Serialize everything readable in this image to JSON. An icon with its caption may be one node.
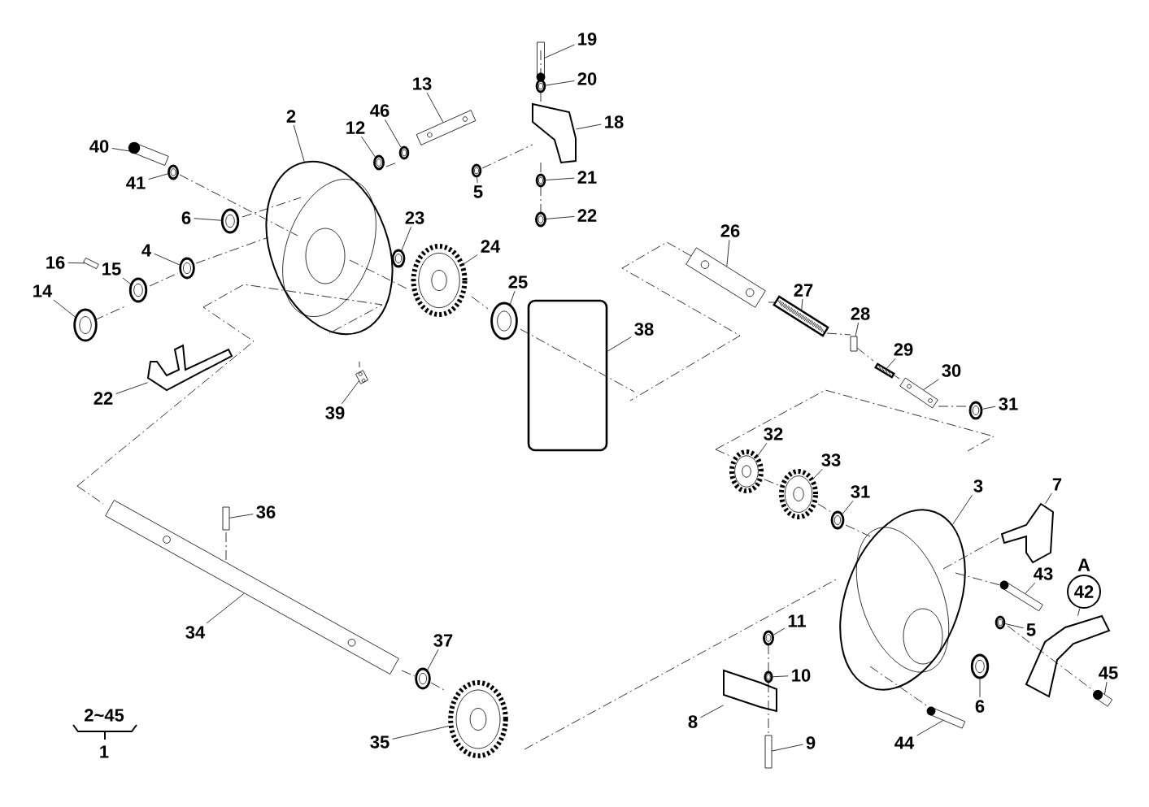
{
  "diagram": {
    "nodes": [
      {
        "text": [
          "19"
        ]
      },
      {
        "text": [
          "20"
        ]
      },
      {
        "text": [
          "13"
        ]
      },
      {
        "text": [
          "46"
        ]
      },
      {
        "text": [
          "2"
        ]
      },
      {
        "text": [
          "18"
        ]
      },
      {
        "text": [
          "12"
        ]
      },
      {
        "text": [
          "40"
        ]
      },
      {
        "text": [
          "41"
        ]
      },
      {
        "text": [
          "21"
        ]
      },
      {
        "text": [
          "5"
        ]
      },
      {
        "text": [
          "22"
        ]
      },
      {
        "text": [
          "6"
        ]
      },
      {
        "text": [
          "23"
        ]
      },
      {
        "text": [
          "26"
        ]
      },
      {
        "text": [
          "24"
        ]
      },
      {
        "text": [
          "4"
        ]
      },
      {
        "text": [
          "16"
        ]
      },
      {
        "text": [
          "15"
        ]
      },
      {
        "text": [
          "25"
        ]
      },
      {
        "text": [
          "27"
        ]
      },
      {
        "text": [
          "14"
        ]
      },
      {
        "text": [
          "28"
        ]
      },
      {
        "text": [
          "38"
        ]
      },
      {
        "text": [
          "29"
        ]
      },
      {
        "text": [
          "30"
        ]
      },
      {
        "text": [
          "22"
        ]
      },
      {
        "text": [
          "31"
        ]
      },
      {
        "text": [
          "39"
        ]
      },
      {
        "text": [
          "32"
        ]
      },
      {
        "text": [
          "33"
        ]
      },
      {
        "text": [
          "3"
        ]
      },
      {
        "text": [
          "7"
        ]
      },
      {
        "text": [
          "31"
        ]
      },
      {
        "text": [
          "36"
        ]
      },
      {
        "text": [
          "43"
        ]
      },
      {
        "text": [
          "42"
        ],
        "beside": [
          "A"
        ]
      },
      {
        "text": [
          "11"
        ]
      },
      {
        "text": [
          "5"
        ]
      },
      {
        "text": [
          "34"
        ]
      },
      {
        "text": [
          "37"
        ]
      },
      {
        "text": [
          "10"
        ]
      },
      {
        "text": [
          "45"
        ]
      },
      {
        "text": [
          "6"
        ]
      },
      {
        "text": [
          "8"
        ]
      },
      {
        "text": [
          "35"
        ]
      },
      {
        "text": [
          "9"
        ]
      },
      {
        "text": [
          "44"
        ]
      },
      {
        "text": [],
        "shape": "picture"
      },
      {
        "text": [],
        "shape": "picture"
      },
      {
        "text": [],
        "shape": "picture"
      },
      {
        "text": [],
        "shape": "picture"
      },
      {
        "text": [],
        "shape": "picture"
      },
      {
        "text": [],
        "shape": "picture"
      },
      {
        "text": [],
        "shape": "picture"
      },
      {
        "text": [],
        "shape": "picture"
      },
      {
        "text": [],
        "shape": "picture"
      },
      {
        "text": [],
        "shape": "picture"
      },
      {
        "text": [],
        "shape": "picture"
      },
      {
        "text": [],
        "shape": "picture"
      },
      {
        "text": [],
        "shape": "picture"
      },
      {
        "text": [],
        "shape": "picture"
      },
      {
        "text": [],
        "shape": "picture"
      },
      {
        "text": [],
        "shape": "picture"
      },
      {
        "text": [],
        "shape": "picture"
      },
      {
        "text": [],
        "shape": "box"
      },
      {
        "text": [],
        "shape": "picture"
      },
      {
        "text": [],
        "shape": "picture"
      },
      {
        "text": [],
        "shape": "picture"
      },
      {
        "text": [],
        "shape": "picture"
      },
      {
        "text": [],
        "shape": "box"
      },
      {
        "text": [],
        "shape": "box"
      },
      {
        "text": [],
        "shape": "picture"
      },
      {
        "text": [],
        "shape": "picture"
      },
      {
        "text": [],
        "shape": "picture"
      },
      {
        "text": [],
        "shape": "picture"
      },
      {
        "text": [],
        "shape": "picture"
      },
      {
        "text": [],
        "shape": "picture"
      },
      {
        "text": [],
        "shape": "picture"
      },
      {
        "text": [],
        "shape": "picture"
      },
      {
        "text": [],
        "shape": "picture"
      },
      {
        "text": [],
        "shape": "picture"
      },
      {
        "text": [],
        "shape": "box"
      },
      {
        "text": [],
        "shape": "picture"
      },
      {
        "text": [],
        "shape": "picture"
      },
      {
        "text": [],
        "shape": "picture"
      },
      {
        "text": [],
        "shape": "picture"
      },
      {
        "text": [],
        "shape": "picture"
      },
      {
        "text": [],
        "shape": "picture"
      },
      {
        "text": [],
        "shape": "picture"
      },
      {
        "text": [],
        "shape": "picture"
      },
      {
        "text": [],
        "shape": "picture"
      },
      {
        "text": [],
        "shape": "picture"
      },
      {
        "text": [],
        "shape": "picture"
      },
      {
        "text": [],
        "shape": "box"
      },
      {
        "text": [],
        "shape": "picture"
      }
    ],
    "edges": [
      {
        "from": 0,
        "to": 48,
        "arrow": "none"
      },
      {
        "from": 1,
        "to": 49,
        "arrow": "none"
      },
      {
        "from": 2,
        "to": 50,
        "arrow": "none"
      },
      {
        "from": 3,
        "to": 51,
        "arrow": "none"
      },
      {
        "from": 4,
        "to": 52,
        "arrow": "none"
      },
      {
        "from": 5,
        "to": 53,
        "arrow": "none"
      },
      {
        "from": 6,
        "to": 54,
        "arrow": "none"
      },
      {
        "from": 7,
        "to": 55,
        "arrow": "none"
      },
      {
        "from": 8,
        "to": 56,
        "arrow": "none"
      },
      {
        "from": 9,
        "to": 57,
        "arrow": "none"
      },
      {
        "from": 10,
        "to": 58,
        "arrow": "none"
      },
      {
        "from": 11,
        "to": 59,
        "arrow": "none"
      },
      {
        "from": 12,
        "to": 60,
        "arrow": "none"
      },
      {
        "from": 13,
        "to": 61,
        "arrow": "none"
      },
      {
        "from": 14,
        "to": 62,
        "arrow": "none"
      },
      {
        "from": 15,
        "to": 63,
        "arrow": "none"
      },
      {
        "from": 16,
        "to": 64,
        "arrow": "none"
      },
      {
        "from": 17,
        "to": 65,
        "arrow": "none"
      },
      {
        "from": 18,
        "to": 66,
        "arrow": "none"
      },
      {
        "from": 19,
        "to": 67,
        "arrow": "none"
      },
      {
        "from": 20,
        "to": 68,
        "arrow": "none"
      },
      {
        "from": 21,
        "to": 69,
        "arrow": "none"
      },
      {
        "from": 22,
        "to": 70,
        "arrow": "none"
      },
      {
        "from": 23,
        "to": 71,
        "arrow": "none"
      },
      {
        "from": 24,
        "to": 72,
        "arrow": "none"
      },
      {
        "from": 25,
        "to": 73,
        "arrow": "none"
      },
      {
        "from": 26,
        "to": 74,
        "arrow": "none"
      },
      {
        "from": 27,
        "to": 75,
        "arrow": "none"
      },
      {
        "from": 28,
        "to": 76,
        "arrow": "none"
      },
      {
        "from": 29,
        "to": 77,
        "arrow": "none"
      },
      {
        "from": 30,
        "to": 78,
        "arrow": "none"
      },
      {
        "from": 31,
        "to": 79,
        "arrow": "none"
      },
      {
        "from": 32,
        "to": 80,
        "arrow": "none"
      },
      {
        "from": 33,
        "to": 81,
        "arrow": "none"
      },
      {
        "from": 34,
        "to": 82,
        "arrow": "none"
      },
      {
        "from": 35,
        "to": 83,
        "arrow": "none"
      },
      {
        "from": 36,
        "to": 84,
        "arrow": "none"
      },
      {
        "from": 37,
        "to": 85,
        "arrow": "none"
      },
      {
        "from": 38,
        "to": 86,
        "arrow": "none"
      },
      {
        "from": 39,
        "to": 87,
        "arrow": "none"
      },
      {
        "from": 40,
        "to": 88,
        "arrow": "none"
      },
      {
        "from": 41,
        "to": 89,
        "arrow": "none"
      },
      {
        "from": 42,
        "to": 90,
        "arrow": "none"
      },
      {
        "from": 43,
        "to": 91,
        "arrow": "none"
      },
      {
        "from": 44,
        "to": 92,
        "arrow": "none"
      },
      {
        "from": 45,
        "to": 93,
        "arrow": "none"
      },
      {
        "from": 46,
        "to": 94,
        "arrow": "none"
      },
      {
        "from": 47,
        "to": 95,
        "arrow": "none"
      }
    ],
    "labels": [
      "2~45",
      "1"
    ]
  }
}
